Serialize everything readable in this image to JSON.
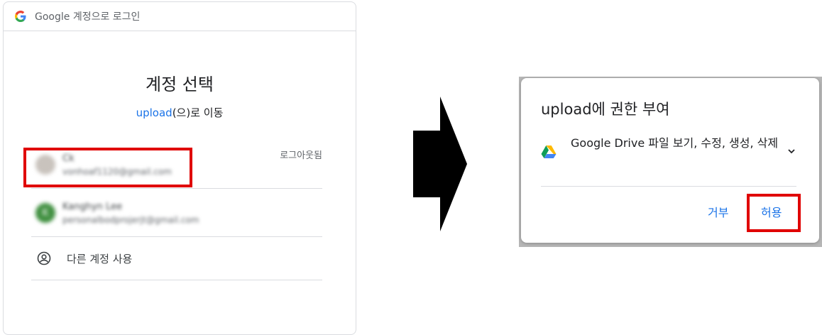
{
  "left_panel": {
    "header_text": "Google 계정으로 로그인",
    "title": "계정 선택",
    "subtitle_app": "upload",
    "subtitle_rest": "(으)로 이동",
    "accounts": [
      {
        "name": "Ck",
        "email": "vonhoaf1120@gmail.com",
        "status": "로그아웃됨",
        "avatar_initial": ""
      },
      {
        "name": "Kanghyn Lee",
        "email": "personalbodprojerjt@gmail.com",
        "status": "",
        "avatar_initial": "K"
      }
    ],
    "other_account_label": "다른 계정 사용"
  },
  "dialog": {
    "title_app": "upload",
    "title_rest": "에 권한 부여",
    "permission_text": "Google Drive 파일 보기, 수정, 생성, 삭제",
    "deny_label": "거부",
    "allow_label": "허용"
  },
  "icons": {
    "logo": "google-g-icon",
    "drive": "google-drive-icon",
    "expand": "chevron-down-icon",
    "other_account": "account-circle-icon",
    "transition": "arrow-right-icon"
  },
  "colors": {
    "highlight": "#e00000",
    "link": "#1a73e8",
    "divider": "#dadce0"
  }
}
